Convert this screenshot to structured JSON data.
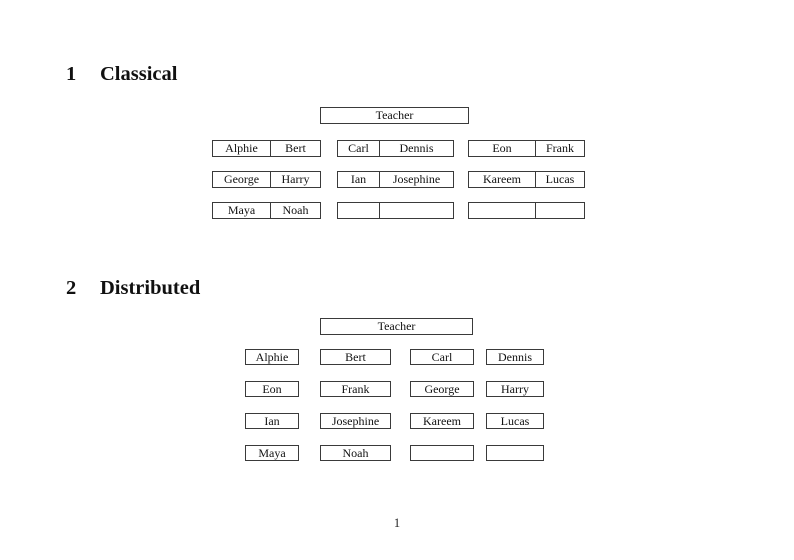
{
  "page": {
    "number": "1"
  },
  "sections": [
    {
      "heading_number": "1",
      "heading_title": "Classical",
      "teacher_label": "Teacher",
      "groups": [
        {
          "rows": [
            [
              "Alphie",
              "Bert"
            ],
            [
              "George",
              "Harry"
            ],
            [
              "Maya",
              "Noah"
            ]
          ]
        },
        {
          "rows": [
            [
              "Carl",
              "Dennis"
            ],
            [
              "Ian",
              "Josephine"
            ],
            [
              "",
              ""
            ]
          ]
        },
        {
          "rows": [
            [
              "Eon",
              "Frank"
            ],
            [
              "Kareem",
              "Lucas"
            ],
            [
              "",
              ""
            ]
          ]
        }
      ]
    },
    {
      "heading_number": "2",
      "heading_title": "Distributed",
      "teacher_label": "Teacher",
      "rows": [
        [
          "Alphie",
          "Bert",
          "Carl",
          "Dennis"
        ],
        [
          "Eon",
          "Frank",
          "George",
          "Harry"
        ],
        [
          "Ian",
          "Josephine",
          "Kareem",
          "Lucas"
        ],
        [
          "Maya",
          "Noah",
          "",
          ""
        ]
      ]
    }
  ]
}
